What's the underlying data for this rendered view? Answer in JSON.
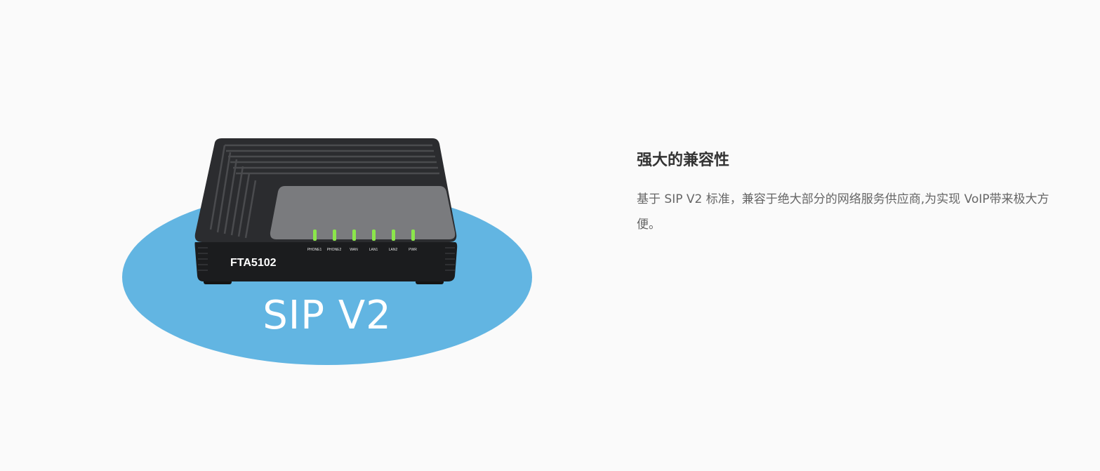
{
  "product": {
    "model_label": "FTA5102",
    "led_labels": [
      "PHONE1",
      "PHONE2",
      "WAN",
      "LAN1",
      "LAN2",
      "PWR"
    ],
    "badge_label": "SIP V2"
  },
  "feature": {
    "title": "强大的兼容性",
    "description": "基于 SIP V2 标准，兼容于绝大部分的网络服务供应商,为实现 VoIP带来极大方便。"
  },
  "colors": {
    "page_bg": "#fafafa",
    "ellipse": "#62b5e2",
    "device_body": "#1e1f21",
    "led_green": "#8be64b",
    "title_text": "#333333",
    "body_text": "#666666"
  }
}
